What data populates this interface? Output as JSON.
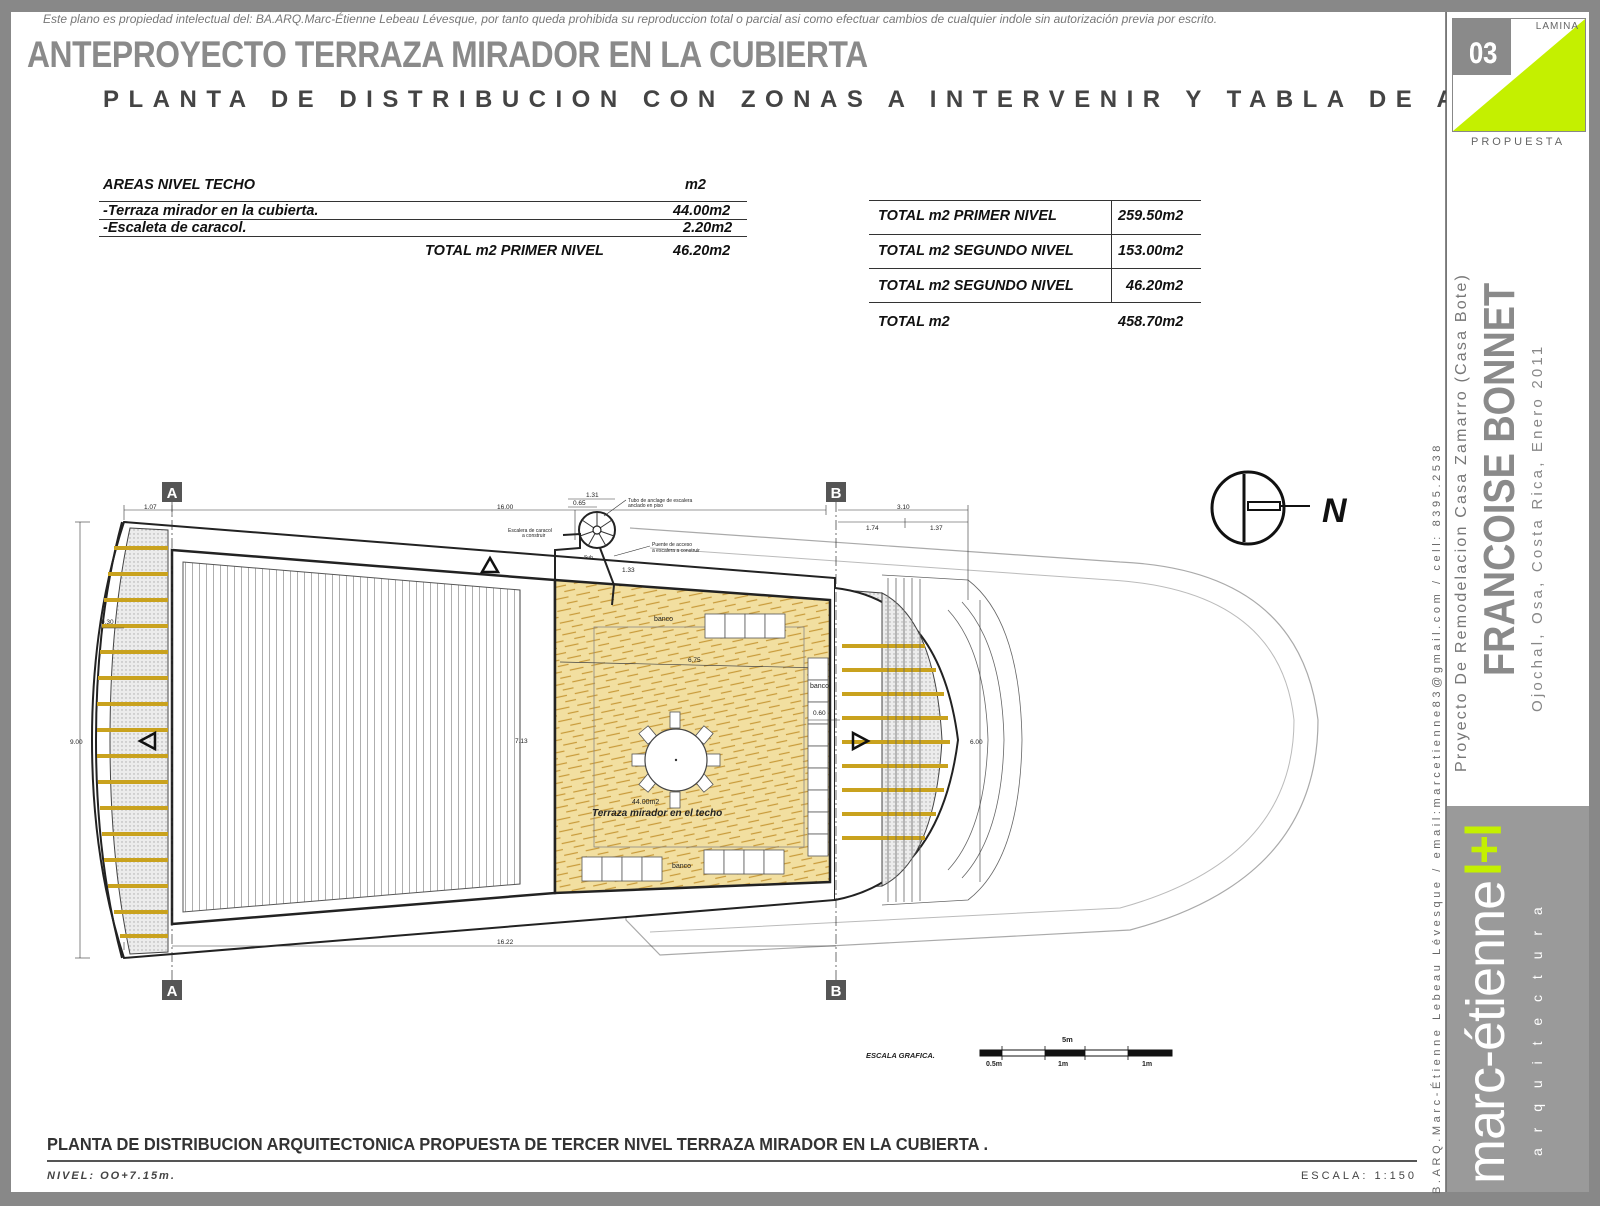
{
  "copyright": "Este  plano  es  propiedad  intelectual  del:  BA.ARQ.Marc-Étienne  Lebeau  Lévesque,  por tanto queda prohibida su reproduccion total o parcial asi como efectuar cambios de cualquier indole sin autorización previa por escrito.",
  "title": "ANTEPROYECTO TERRAZA MIRADOR EN LA CUBIERTA",
  "subtitle": "PLANTA DE DISTRIBUCION CON ZONAS A INTERVENIR Y TABLA DE AREAS",
  "areas_table": {
    "header": "AREAS NIVEL TECHO",
    "unit": "m2",
    "rows": [
      {
        "label": "-Terraza mirador en la cubierta.",
        "value": "44.00m2"
      },
      {
        "label": "-Escaleta de caracol.",
        "value": "2.20m2"
      }
    ],
    "total_label": "TOTAL m2 PRIMER NIVEL",
    "total_value": "46.20m2"
  },
  "totals_table": [
    {
      "label": "TOTAL m2 PRIMER NIVEL",
      "value": "259.50m2"
    },
    {
      "label": "TOTAL m2 SEGUNDO NIVEL",
      "value": "153.00m2"
    },
    {
      "label": "TOTAL m2 SEGUNDO NIVEL",
      "value": "46.20m2"
    },
    {
      "label": "TOTAL m2",
      "value": "458.70m2"
    }
  ],
  "plan": {
    "section_a": "A",
    "section_b": "B",
    "north": "N",
    "dims": {
      "d107": "1.07",
      "d1600": "16.00",
      "d131": "1.31",
      "d065": "0.65",
      "d310": "3.10",
      "d174": "1.74",
      "d137": "1.37",
      "d133": "1.33",
      "d030": "0.30",
      "d900": "9.00",
      "d713": "7.13",
      "d675": "6.75",
      "d060": "0.60",
      "d600": "6.00",
      "d1622": "16.22"
    },
    "notes": {
      "tubo": "Tubo de anclage de escalera",
      "tubo2": "anclado en piso",
      "escalera": "Escalera de caracol",
      "escalera2": "a construir",
      "puente": "Puente de acceso",
      "puente2": "a escalera a construir",
      "sub": "Sub"
    },
    "banco": "banco",
    "terraza_area": "44.00m2",
    "terraza_label": "Terraza mirador en el techo"
  },
  "scale_bar": {
    "label": "ESCALA GRAFICA.",
    "top": "5m",
    "ticks": [
      "0.5m",
      "1m",
      "1m"
    ]
  },
  "footer": {
    "title": "PLANTA DE DISTRIBUCION ARQUITECTONICA PROPUESTA DE TERCER NIVEL TERRAZA MIRADOR EN LA CUBIERTA .",
    "nivel": "NIVEL:  OO+7.15m.",
    "escala": "ESCALA: 1:150"
  },
  "sidebar": {
    "lamina_label": "LAMINA",
    "lamina_number": "03",
    "propuesta": "PROPUESTA",
    "contact": "B.ARQ.Marc-Étienne  Lebeau  Lévesque   /   email:marcetienne83@gmail.com   /   cell: 8395.2538",
    "project": "Proyecto De Remodelacion Casa Zamarro (Casa Bote)",
    "client": "FRANCOISE BONNET",
    "location": "Ojochal, Osa, Costa Rica, Enero 2011",
    "brand": "marc-étienne",
    "brand_mark": "l+l",
    "brand_sub": "a r q u i t e c t u r a"
  },
  "colors": {
    "accent_green": "#c4f000",
    "deck_wood": "#f2dfa0",
    "beam_gold": "#c9a21e",
    "grey": "#8a8a8a"
  }
}
